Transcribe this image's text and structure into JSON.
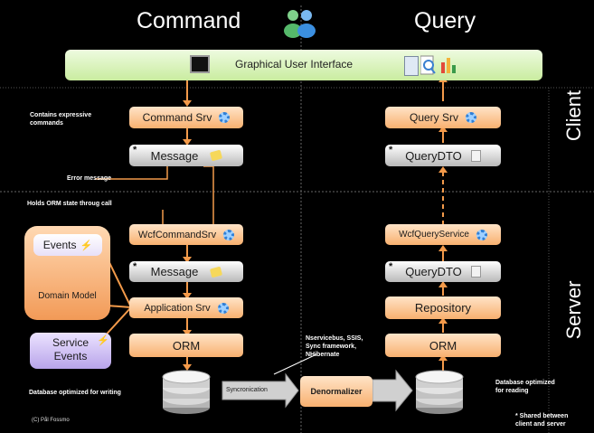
{
  "titles": {
    "command": "Command",
    "query": "Query"
  },
  "side_labels": {
    "client": "Client",
    "server": "Server"
  },
  "gui": {
    "label": "Graphical User Interface"
  },
  "command": {
    "note_expressive": "Contains expressive commands",
    "command_srv": "Command Srv",
    "message_star": "*",
    "message": "Message",
    "note_error": "Error message",
    "note_orm_state": "Holds ORM state throug call",
    "wcf_command_srv": "WcfCommandSrv",
    "message2": "Message",
    "application_srv": "Application Srv",
    "orm": "ORM",
    "note_db": "Database optimized for writing"
  },
  "domain": {
    "events": "Events",
    "model": "Domain Model",
    "service_events_1": "Service",
    "service_events_2": "Events"
  },
  "sync": {
    "label": "Syncronication",
    "tools": [
      "Nservicebus, SSIS,",
      "Sync framework,",
      "NHibernate"
    ],
    "denormalizer": "Denormalizer"
  },
  "query": {
    "query_srv": "Query Srv",
    "query_dto": "QueryDTO",
    "wcf_query_service": "WcfQueryService",
    "query_dto2": "QueryDTO",
    "repository": "Repository",
    "orm": "ORM",
    "note_db": [
      "Database optimized",
      "for reading"
    ],
    "note_shared": [
      "* Shared between",
      "client and server"
    ]
  },
  "copyright": "(C) Pål Fossmo",
  "colors": {
    "orange_box": "#f8b06f",
    "gray_box": "#c8c8c8",
    "gui_green": "#d6f1b5",
    "domain_orange": "#f6a766",
    "events_purple": "#c9b6ef",
    "arrow": "#f39a4a"
  }
}
